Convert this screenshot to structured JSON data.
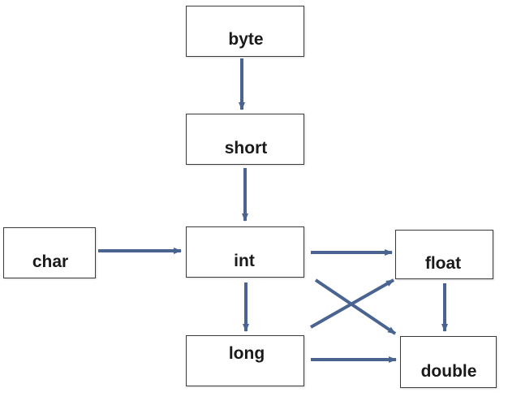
{
  "nodes": {
    "byte": "byte",
    "short": "short",
    "char": "char",
    "int": "int",
    "float": "float",
    "long": "long",
    "double": "double"
  },
  "edges": [
    {
      "from": "byte",
      "to": "short"
    },
    {
      "from": "short",
      "to": "int"
    },
    {
      "from": "char",
      "to": "int"
    },
    {
      "from": "int",
      "to": "float"
    },
    {
      "from": "int",
      "to": "long"
    },
    {
      "from": "int",
      "to": "double"
    },
    {
      "from": "long",
      "to": "float"
    },
    {
      "from": "long",
      "to": "double"
    },
    {
      "from": "float",
      "to": "double"
    }
  ],
  "colors": {
    "arrow": "#4a6491",
    "box_border": "#3a3a3a",
    "text": "#1a1a1a"
  }
}
